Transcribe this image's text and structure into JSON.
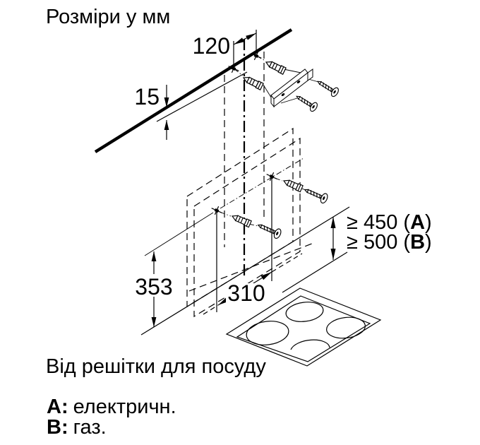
{
  "title": "Розміри у мм",
  "dimensions": {
    "top_hole_spacing": "120",
    "top_edge_offset": "15",
    "lower_hole_height": "353",
    "lower_hole_spacing": "310",
    "clearance_electric": {
      "prefix": "≥ 450 (",
      "letter": "A",
      "suffix": ")"
    },
    "clearance_gas": {
      "prefix": "≥ 500 (",
      "letter": "B",
      "suffix": ")"
    }
  },
  "caption": "Від решітки для посуду",
  "legend": {
    "electric": {
      "key": "A:",
      "value": "електричн."
    },
    "gas": {
      "key": "B:",
      "value": "газ."
    }
  },
  "colors": {
    "ink": "#000000",
    "background": "#ffffff"
  }
}
